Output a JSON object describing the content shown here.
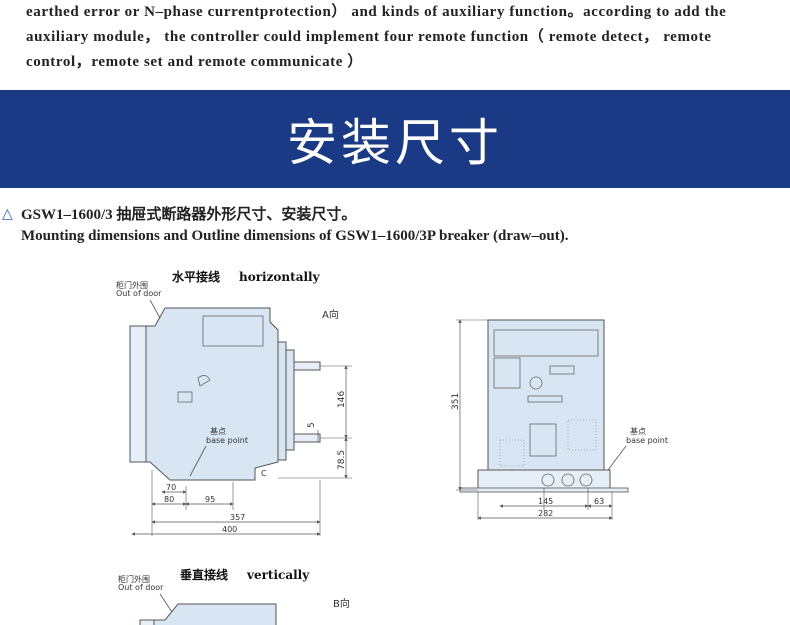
{
  "intro": {
    "lines": [
      "earthed error or N–phase currentprotection） and kinds of auxiliary function。according to add the",
      "auxiliary module， the controller could implement four remote function（ remote detect，   remote",
      "control，remote set and remote communicate ）"
    ]
  },
  "section_title": "安装尺寸",
  "caption": {
    "marker": "△",
    "cn": "GSW1–1600/3  抽屉式断路器外形尺寸、安装尺寸。",
    "en": "Mounting dimensions and Outline dimensions of GSW1–1600/3P breaker (draw–out)."
  },
  "drawing1": {
    "title_cn": "水平接线",
    "title_en": "horizontally",
    "door_cn": "柜门外围",
    "door_en": "Out of door",
    "dir_label": "A向",
    "base_cn": "基点",
    "base_en": "base point",
    "mark_c": "C",
    "dims": {
      "d146": "146",
      "d5": "5",
      "d78_5": "78.5",
      "d70": "70",
      "d80": "80",
      "d95": "95",
      "d357": "357",
      "d400": "400"
    }
  },
  "drawing2": {
    "base_cn": "基点",
    "base_en": "base point",
    "dims": {
      "d351": "351",
      "d145": "145",
      "d63": "63",
      "d282": "282"
    }
  },
  "drawing3": {
    "title_cn": "垂直接线",
    "title_en": "vertically",
    "door_cn": "柜门外围",
    "door_en": "Out of door",
    "dir_label": "B向"
  },
  "colors": {
    "band": "#1a3a86",
    "body_fill": "#d8e6f3",
    "line": "#555555",
    "marker": "#2a5fb0"
  }
}
